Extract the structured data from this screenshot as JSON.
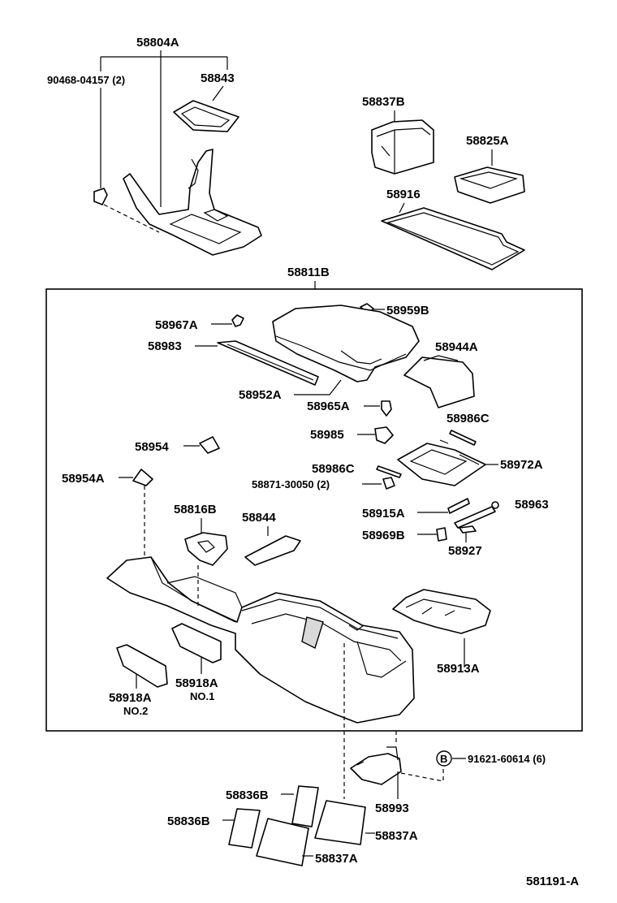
{
  "diagram": {
    "callouts": {
      "p58804A": "58804A",
      "p90468": "90468-04157 (2)",
      "p58843": "58843",
      "p58837B": "58837B",
      "p58825A": "58825A",
      "p58916": "58916",
      "p58811B": "58811B",
      "p58967A": "58967A",
      "p58959B": "58959B",
      "p58983": "58983",
      "p58944A": "58944A",
      "p58952A": "58952A",
      "p58965A": "58965A",
      "p58986C_top": "58986C",
      "p58985": "58985",
      "p58954": "58954",
      "p58986C_mid": "58986C",
      "p58972A": "58972A",
      "p58954A": "58954A",
      "p58871": "58871-30050 (2)",
      "p58816B": "58816B",
      "p58844": "58844",
      "p58915A": "58915A",
      "p58963": "58963",
      "p58969B": "58969B",
      "p58927": "58927",
      "p58913A": "58913A",
      "p58918A_1": "58918A",
      "p58918A_1_sub": "NO.1",
      "p58918A_2": "58918A",
      "p58918A_2_sub": "NO.2",
      "p91621": "91621-60614 (6)",
      "b_marker": "B",
      "p58836B_a": "58836B",
      "p58836B_b": "58836B",
      "p58993": "58993",
      "p58837A_a": "58837A",
      "p58837A_b": "58837A",
      "figure_id": "581191-A"
    }
  }
}
